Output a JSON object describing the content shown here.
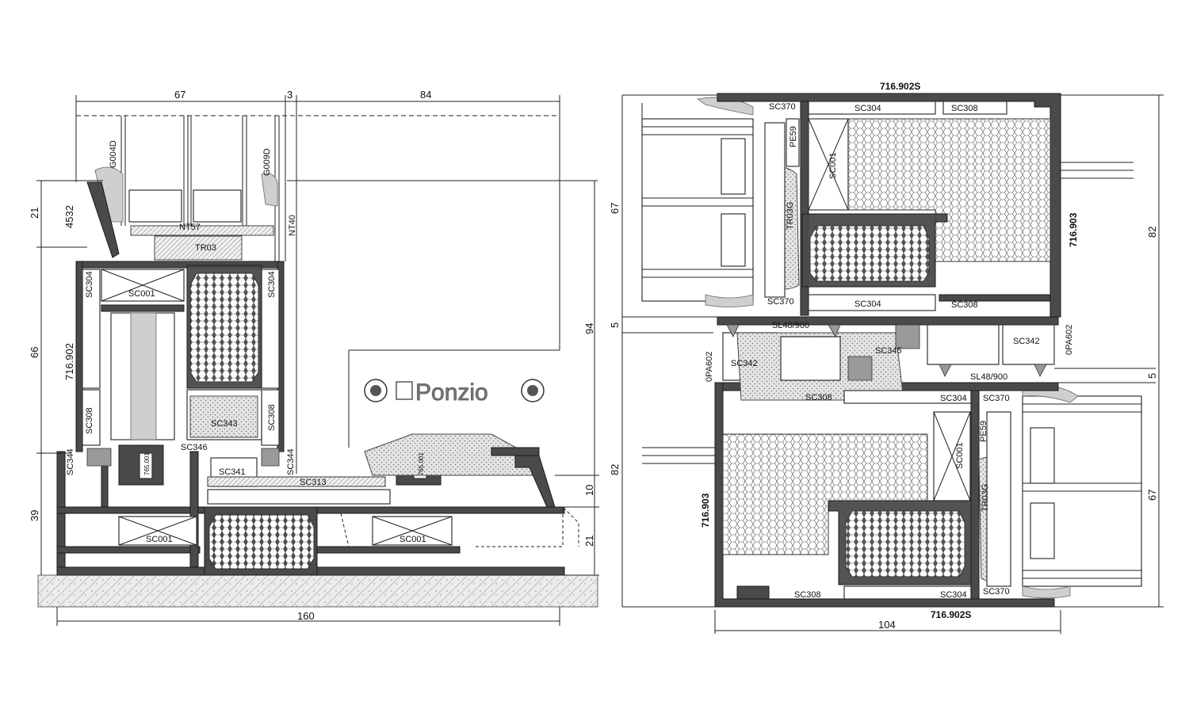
{
  "logo": {
    "text": "Ponzio"
  },
  "left_section": {
    "labels": {
      "g004d": "G004D",
      "g009d": "G009D",
      "nt57": "NT57",
      "nt40": "NT40",
      "tr03": "TR03",
      "sc304_a": "SC304",
      "sc304_b": "SC304",
      "sc001_top": "SC001",
      "sc308_a": "SC308",
      "sc308_b": "SC308",
      "sc343": "SC343",
      "sc346": "SC346",
      "sc344_a": "SC344",
      "sc344_b": "SC344",
      "sc341": "SC341",
      "sc313": "SC313",
      "sc001_bl": "SC001",
      "sc001_br": "SC001",
      "p765_a": "765.001",
      "p765_b": "765.001",
      "p716": "716.902",
      "d4532": "4532"
    },
    "dims": {
      "d67": "67",
      "d3": "3",
      "d84": "84",
      "d21": "21",
      "d66": "66",
      "d39": "39",
      "d94": "94",
      "d10": "10",
      "d21b": "21",
      "d160": "160"
    }
  },
  "right_section": {
    "labels": {
      "p716_902s_top": "716.902S",
      "p716_902s_bot": "716.902S",
      "p716_903_r": "716.903",
      "p716_903_l": "716.903",
      "sc370_a": "SC370",
      "sc370_b": "SC370",
      "sc370_c": "SC370",
      "sc370_d": "SC370",
      "sc304_a": "SC304",
      "sc304_b": "SC304",
      "sc304_c": "SC304",
      "sc304_d": "SC304",
      "sc308_a": "SC308",
      "sc308_b": "SC308",
      "sc308_c": "SC308",
      "sc308_d": "SC308",
      "pe59_a": "PE59",
      "pe59_b": "PE59",
      "sc001_a": "SC001",
      "sc001_b": "SC001",
      "tr03g_a": "TR03G",
      "tr03g_b": "TR03G",
      "sl48_a": "SL48/900",
      "sl48_b": "SL48/900",
      "sc342_a": "SC342",
      "sc342_b": "SC342",
      "sc345": "SC345",
      "opa602_a": "0PA602",
      "opa602_b": "0PA602"
    },
    "dims": {
      "d67_l": "67",
      "d5_l": "5",
      "d82_l": "82",
      "d82_r": "82",
      "d5_r": "5",
      "d67_r": "67",
      "d104": "104"
    }
  }
}
